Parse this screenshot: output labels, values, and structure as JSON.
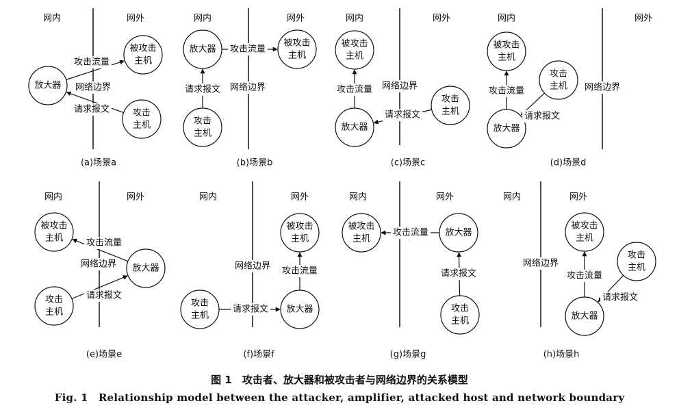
{
  "labels": {
    "inside": "网内",
    "outside": "网外",
    "boundary": "网络边界",
    "attack_flow": "攻击流量",
    "request": "请求报文"
  },
  "nodes": {
    "amplifier": "放大器",
    "attacked_line1": "被攻击",
    "attacked_line2": "主机",
    "attacker_line1": "攻击",
    "attacker_line2": "主机"
  },
  "panels": [
    {
      "id": "a",
      "caption": "(a)场景a"
    },
    {
      "id": "b",
      "caption": "(b)场景b"
    },
    {
      "id": "c",
      "caption": "(c)场景c"
    },
    {
      "id": "d",
      "caption": "(d)场景d"
    },
    {
      "id": "e",
      "caption": "(e)场景e"
    },
    {
      "id": "f",
      "caption": "(f)场景f"
    },
    {
      "id": "g",
      "caption": "(g)场景g"
    },
    {
      "id": "h",
      "caption": "(h)场景h"
    }
  ],
  "caption": {
    "zh": "图 1　攻击者、放大器和被攻击者与网络边界的关系模型",
    "en": "Fig. 1　Relationship model between the attacker, amplifier, attacked host and network boundary"
  },
  "colors": {
    "stroke": "#111111",
    "background": "#ffffff"
  }
}
